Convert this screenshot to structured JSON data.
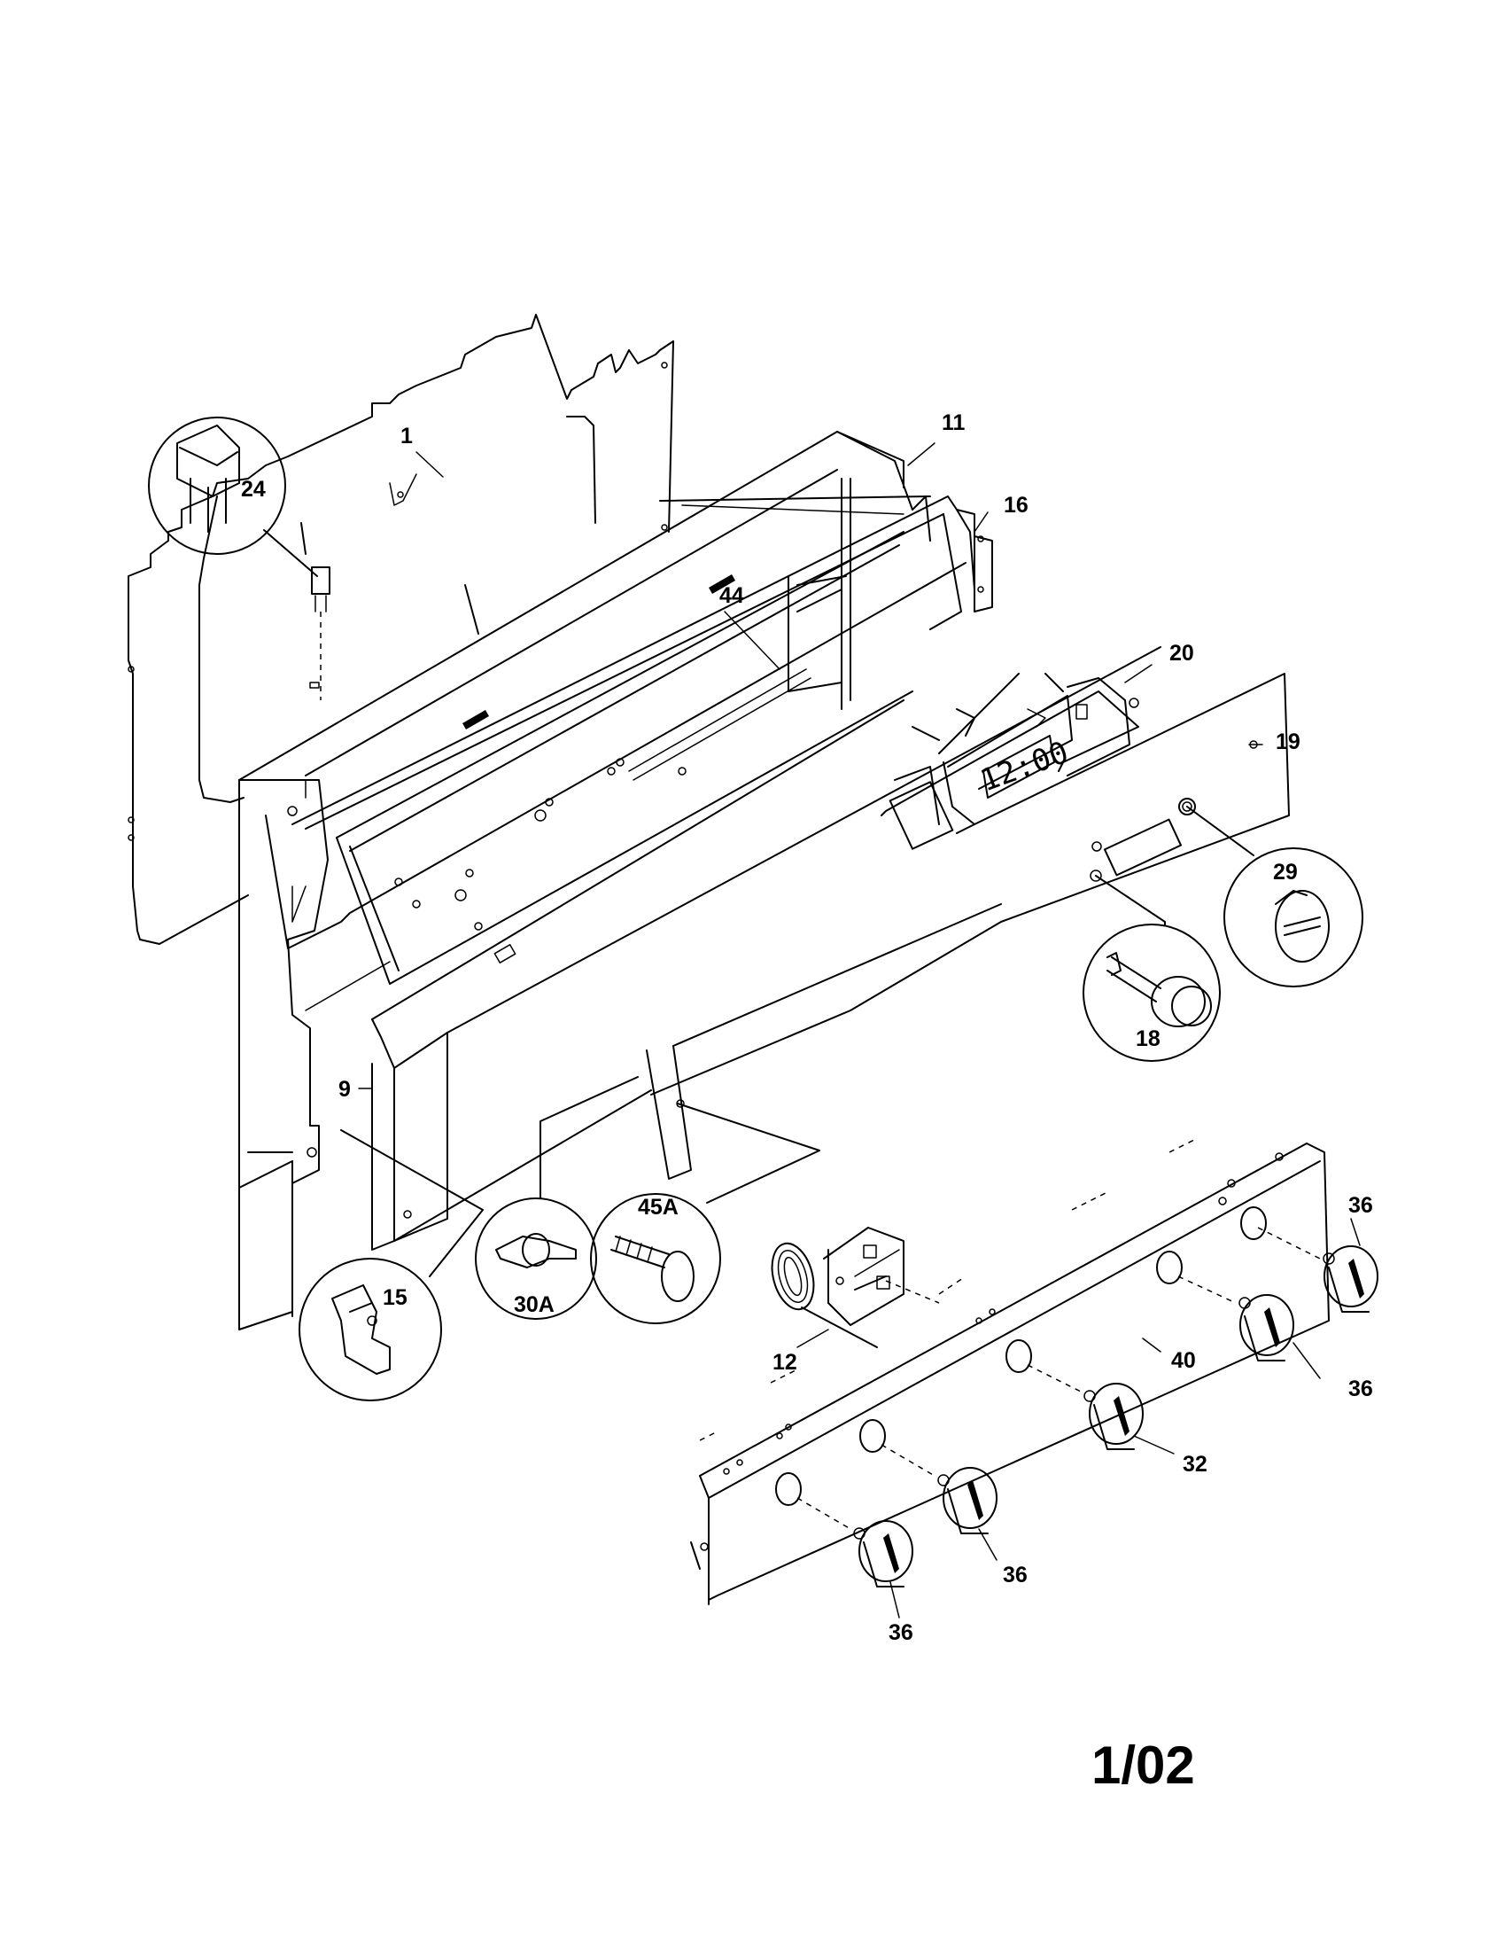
{
  "callouts": {
    "p1": "1",
    "p9": "9",
    "p11": "11",
    "p12": "12",
    "p15": "15",
    "p16": "16",
    "p18": "18",
    "p19": "19",
    "p20": "20",
    "p24": "24",
    "p29": "29",
    "p30A": "30A",
    "p32": "32",
    "p36a": "36",
    "p36b": "36",
    "p36c": "36",
    "p36d": "36",
    "p40": "40",
    "p44": "44",
    "p45A": "45A"
  },
  "clock_display": "12:00",
  "footer_code": "1/02"
}
